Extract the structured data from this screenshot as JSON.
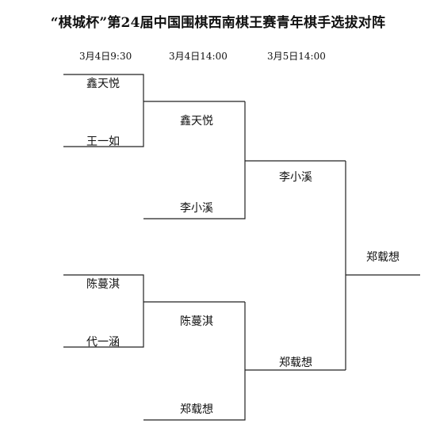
{
  "title": "“棋城杯”第24届中国围棋西南棋王赛青年棋手选拔对阵",
  "rounds": [
    "3月4日9:30",
    "3月4日14:00",
    "3月5日14:00"
  ],
  "round1": [
    {
      "top": "鑫天悦",
      "bottom": "王一如"
    },
    {
      "top": "陈蔓淇",
      "bottom": "代一涵"
    }
  ],
  "round2": [
    {
      "top": "鑫天悦",
      "bottom": "李小溪"
    },
    {
      "top": "陈蔓淇",
      "bottom": "郑载想"
    }
  ],
  "round3": {
    "top": "李小溪",
    "bottom": "郑载想"
  },
  "winner": "郑载想"
}
